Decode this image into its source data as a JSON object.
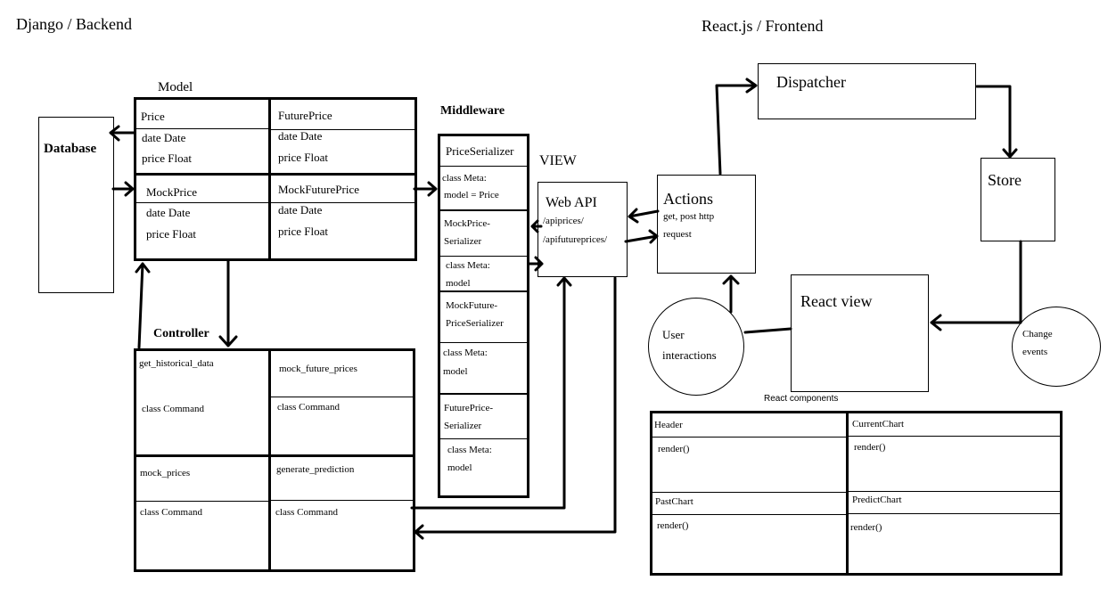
{
  "headers": {
    "backend": "Django / Backend",
    "frontend": "React.js / Frontend"
  },
  "database": {
    "label": "Database"
  },
  "model": {
    "title": "Model",
    "price": {
      "name": "Price",
      "field1": "date Date",
      "field2": "price Float"
    },
    "future_price": {
      "name": "FuturePrice",
      "field1": "date Date",
      "field2": "price Float"
    },
    "mock_price": {
      "name": "MockPrice",
      "field1": "date Date",
      "field2": "price Float"
    },
    "mock_future_price": {
      "name": "MockFuturePrice",
      "field1": "date Date",
      "field2": "price Float"
    }
  },
  "middleware": {
    "title": "Middleware",
    "price_serializer": {
      "name": "PriceSerializer",
      "meta1": "class Meta:",
      "meta2": "model = Price"
    },
    "mock_price_serializer": {
      "name1": "MockPrice-",
      "name2": "Serializer",
      "meta1": "class Meta:",
      "meta2": "model"
    },
    "mock_future_price_serializer": {
      "name1": "MockFuture-",
      "name2": "PriceSerializer",
      "meta1": "class Meta:",
      "meta2": "model"
    },
    "future_price_serializer": {
      "name1": "FuturePrice-",
      "name2": "Serializer",
      "meta1": "class Meta:",
      "meta2": "model"
    }
  },
  "view": {
    "title": "VIEW",
    "web_api": "Web API",
    "endpoint1": "/apiprices/",
    "endpoint2": "/apifutureprices/"
  },
  "controller": {
    "title": "Controller",
    "get_historical_data": {
      "name": "get_historical_data",
      "body": "class Command"
    },
    "mock_future_prices": {
      "name": "mock_future_prices",
      "body": "class Command"
    },
    "mock_prices": {
      "name": "mock_prices",
      "body": "class Command"
    },
    "generate_prediction": {
      "name": "generate_prediction",
      "body": "class Command"
    }
  },
  "frontend": {
    "dispatcher": "Dispatcher",
    "store": "Store",
    "actions": {
      "title": "Actions",
      "line1": "get, post http",
      "line2": "request"
    },
    "react_view": "React view",
    "user_interactions": {
      "line1": "User",
      "line2": "interactions"
    },
    "change_events": {
      "line1": "Change",
      "line2": "events"
    }
  },
  "react_components": {
    "title": "React components",
    "header": {
      "name": "Header",
      "method": "render()"
    },
    "current_chart": {
      "name": "CurrentChart",
      "method": "render()"
    },
    "past_chart": {
      "name": "PastChart",
      "method": "render()"
    },
    "predict_chart": {
      "name": "PredictChart",
      "method": "render()"
    }
  }
}
